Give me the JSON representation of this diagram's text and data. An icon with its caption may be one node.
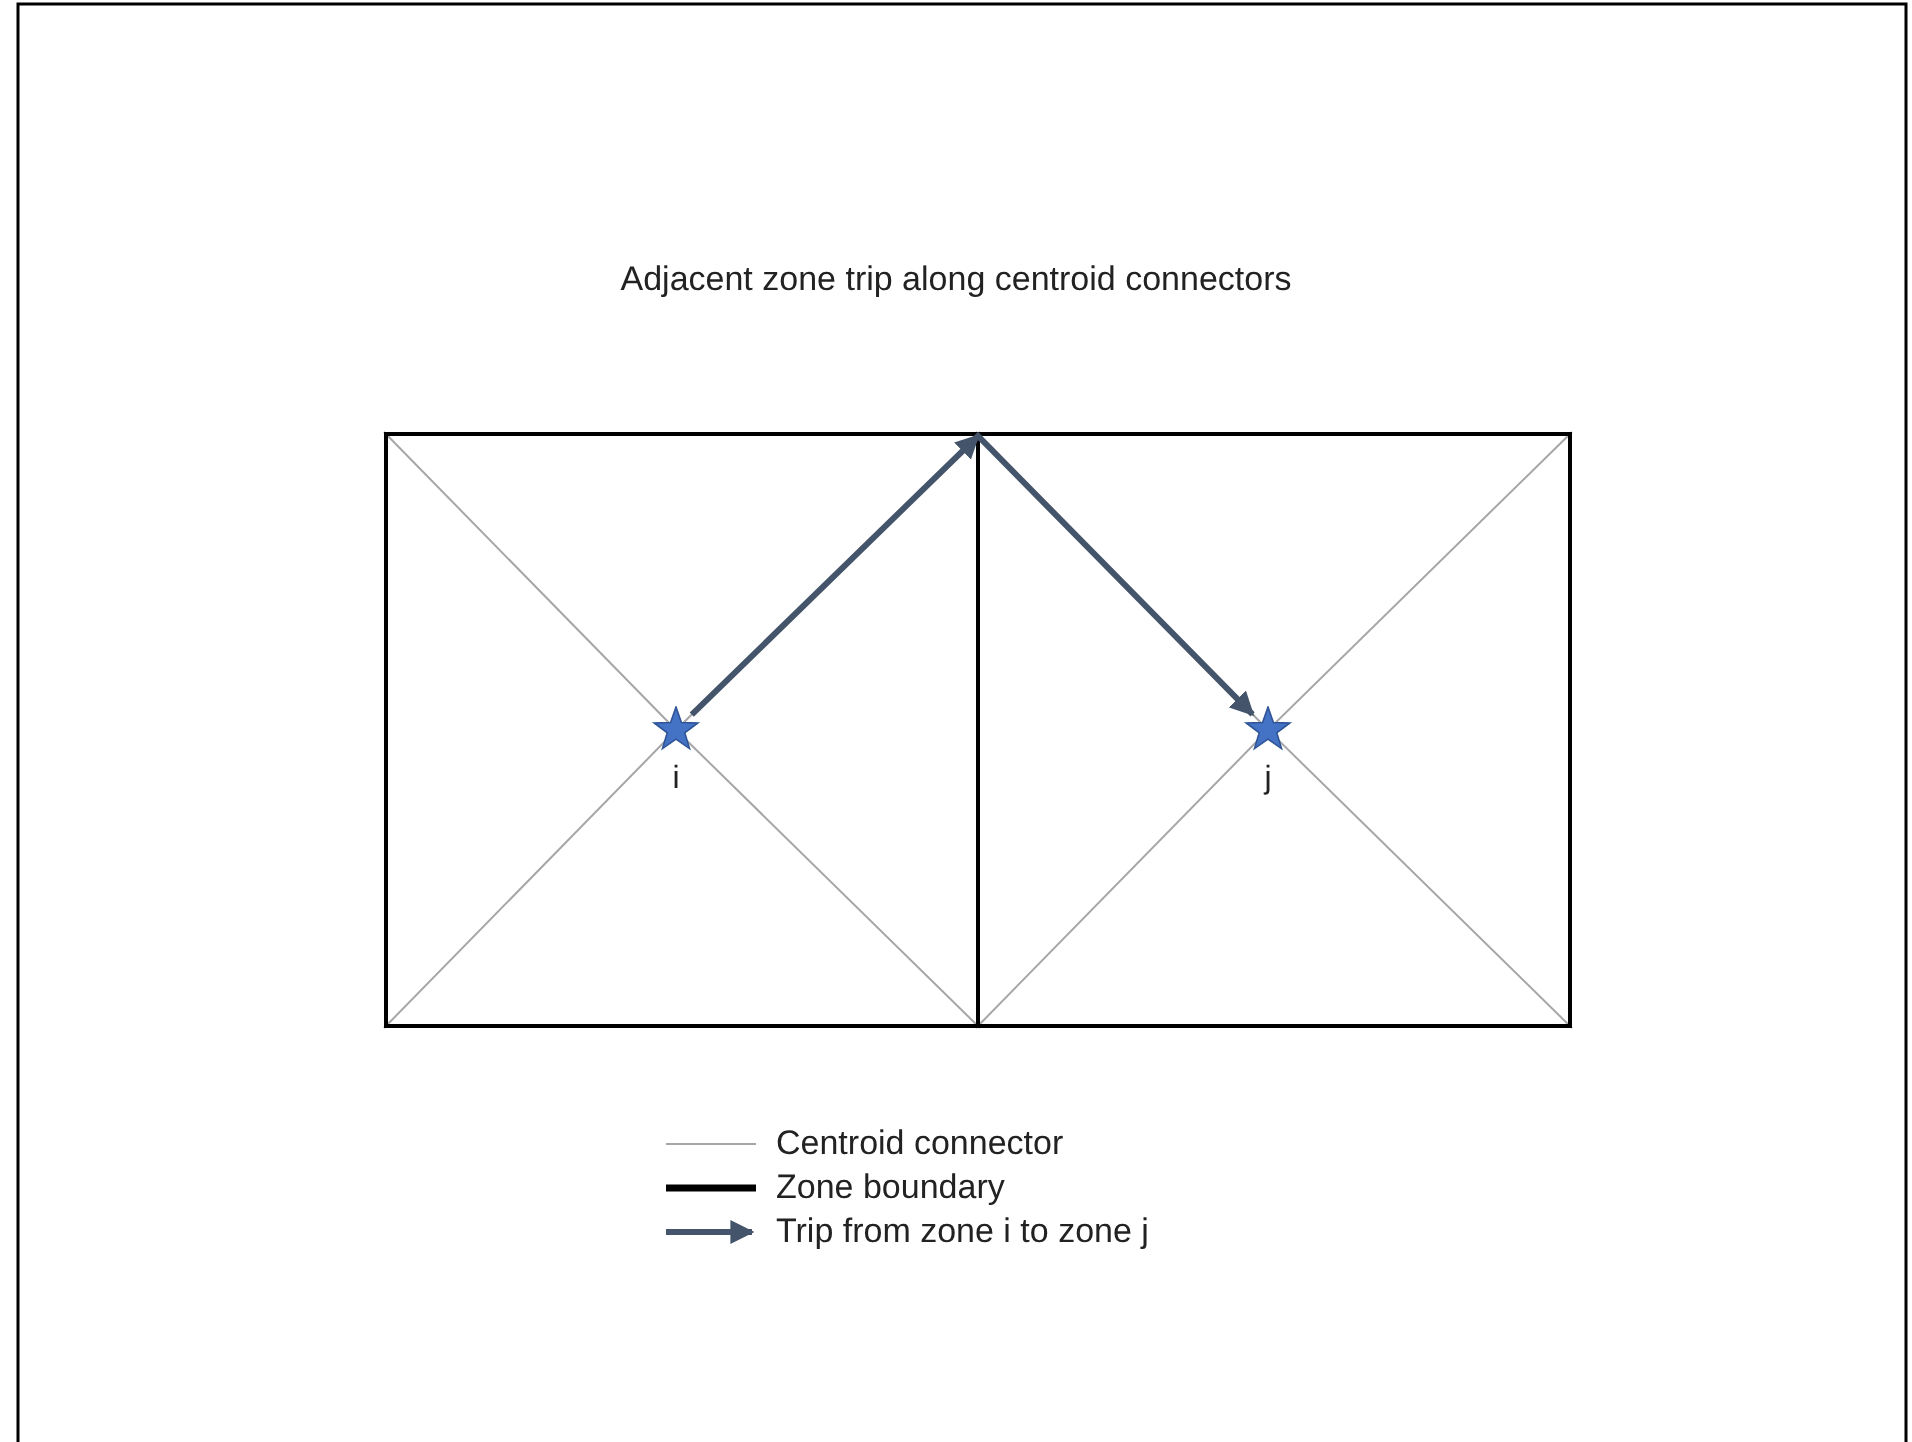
{
  "diagram": {
    "title": "Adjacent zone trip along centroid connectors",
    "nodes": [
      {
        "text": [],
        "shape": "box"
      },
      {
        "text": [],
        "shape": "box"
      },
      {
        "text": [
          "i"
        ],
        "in": 0
      },
      {
        "text": [
          "j"
        ],
        "in": 1
      }
    ],
    "edges": [
      {
        "from": 2,
        "to": 3,
        "arrow": "to"
      }
    ],
    "legend": [
      {
        "text": "Centroid connector"
      },
      {
        "text": "Zone boundary"
      },
      {
        "text": "Trip from zone i to zone j"
      }
    ]
  }
}
